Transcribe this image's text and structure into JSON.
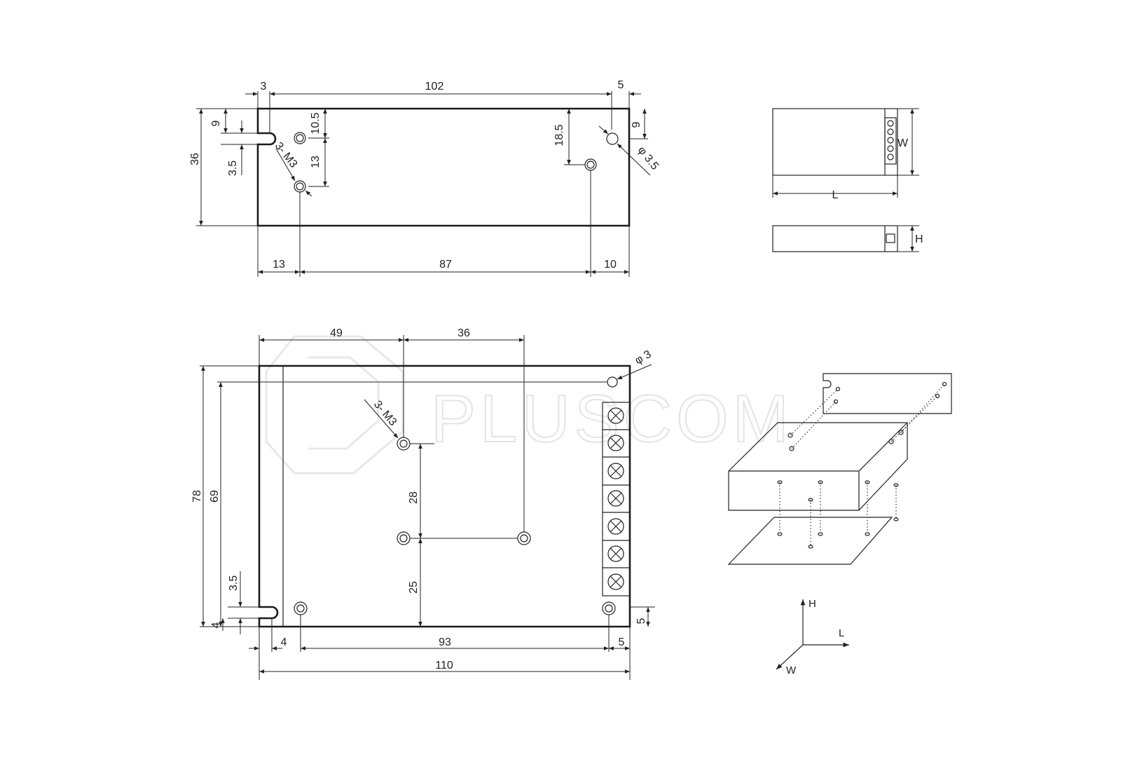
{
  "watermark": {
    "text": "PLUSCOM"
  },
  "top_view": {
    "dims": {
      "d3": "3",
      "d102": "102",
      "d5": "5",
      "d9_left": "9",
      "d3_5_left": "3.5",
      "d36": "36",
      "d10_5": "10.5",
      "d13_v": "13",
      "d18_5": "18.5",
      "d9_right": "9",
      "d13": "13",
      "d87": "87",
      "d10": "10"
    },
    "labels": {
      "m3": "3- M3",
      "phi35": "φ 3.5"
    }
  },
  "bottom_view": {
    "dims": {
      "d49": "49",
      "d36": "36",
      "d78": "78",
      "d69": "69",
      "d3_5": "3.5",
      "d4_v": "4",
      "d28": "28",
      "d25": "25",
      "d5_v": "5",
      "d4": "4",
      "d93": "93",
      "d5": "5",
      "d110": "110"
    },
    "labels": {
      "m3": "3- M3",
      "phi3": "φ 3"
    }
  },
  "outline_views": {
    "w": "W",
    "l": "L",
    "h": "H"
  },
  "axes": {
    "h": "H",
    "l": "L",
    "w": "W"
  },
  "colors": {
    "line": "#222222",
    "watermark": "#e4e4e4",
    "background": "#ffffff"
  }
}
